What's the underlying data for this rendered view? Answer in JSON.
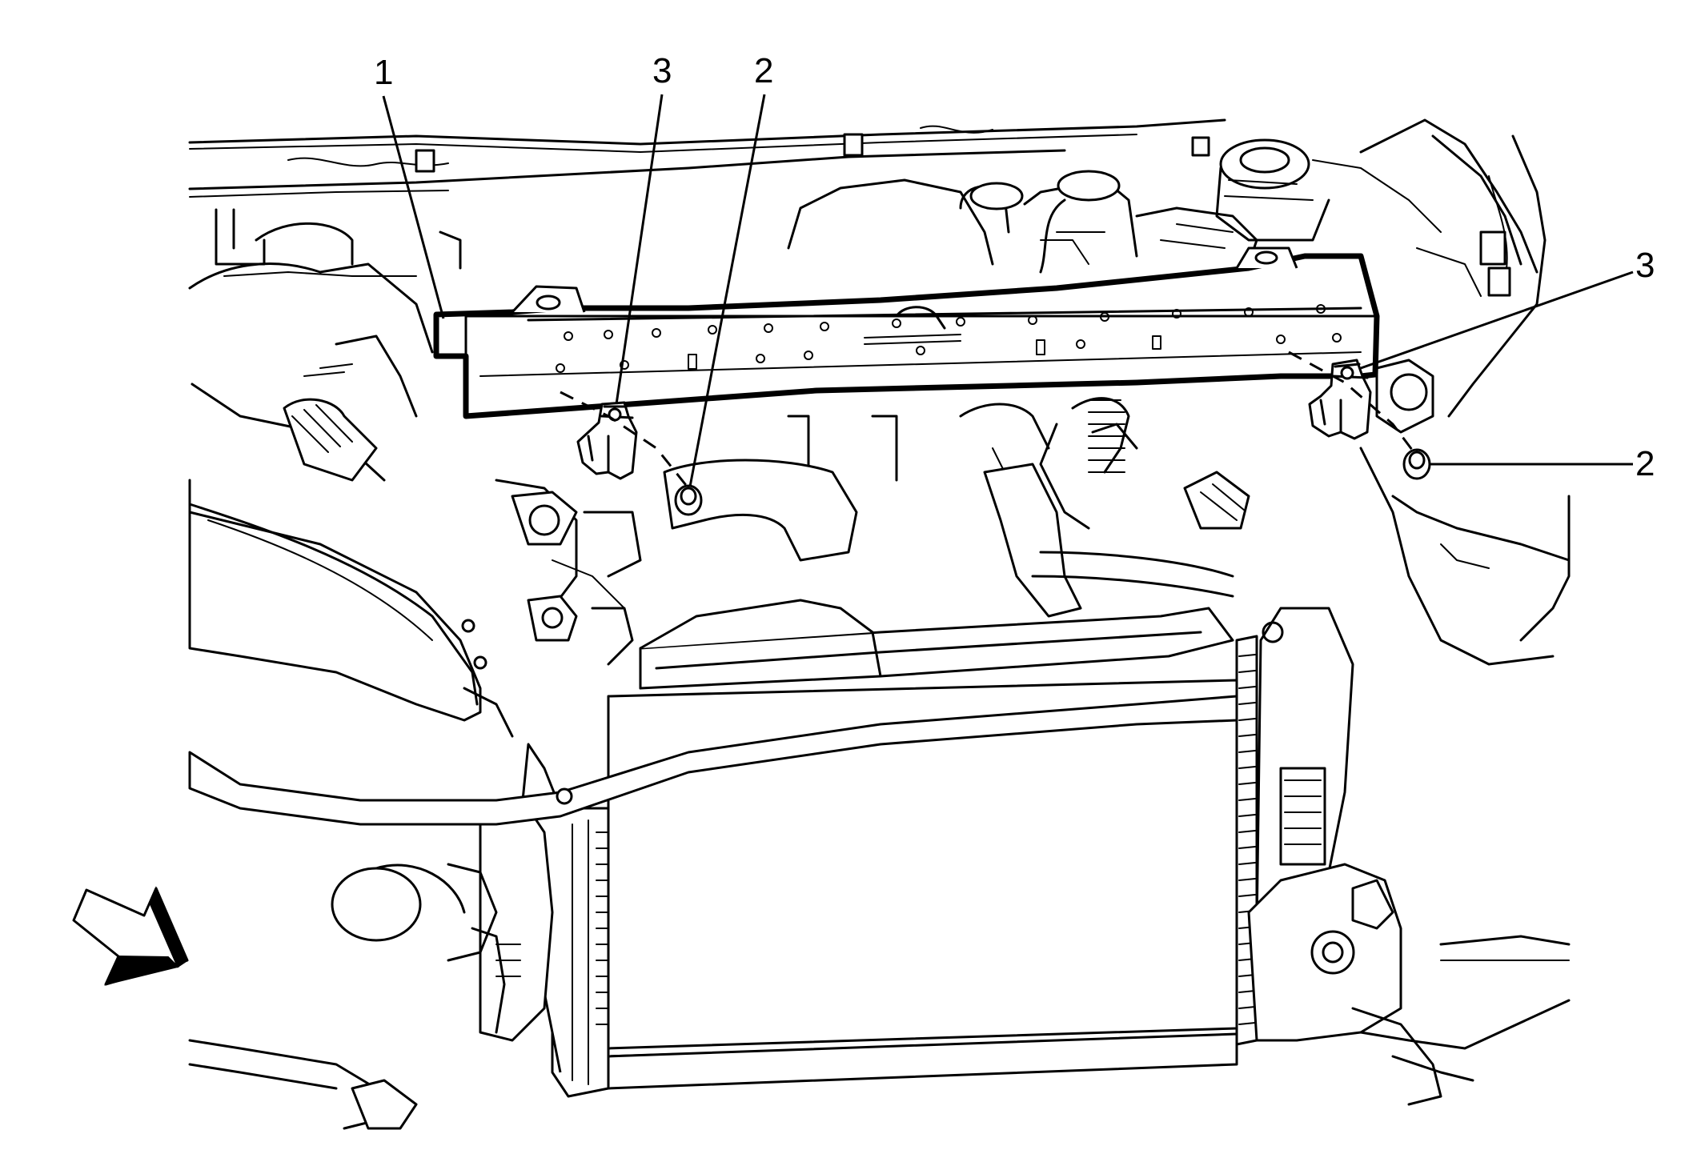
{
  "callouts": [
    {
      "id": "callout-1",
      "label": "1"
    },
    {
      "id": "callout-3-left",
      "label": "3"
    },
    {
      "id": "callout-2-left",
      "label": "2"
    },
    {
      "id": "callout-3-right",
      "label": "3"
    },
    {
      "id": "callout-2-right",
      "label": "2"
    }
  ],
  "components": {
    "upper_tie_bar": "radiator-support-upper-tie-bar",
    "bracket_left": "radiator-bracket-left",
    "bracket_right": "radiator-bracket-right",
    "bolt_left": "bolt-left",
    "bolt_right": "bolt-right"
  },
  "indicators": {
    "view_arrow": "arrow-icon"
  },
  "colors": {
    "line": "#000000",
    "background": "#ffffff"
  }
}
